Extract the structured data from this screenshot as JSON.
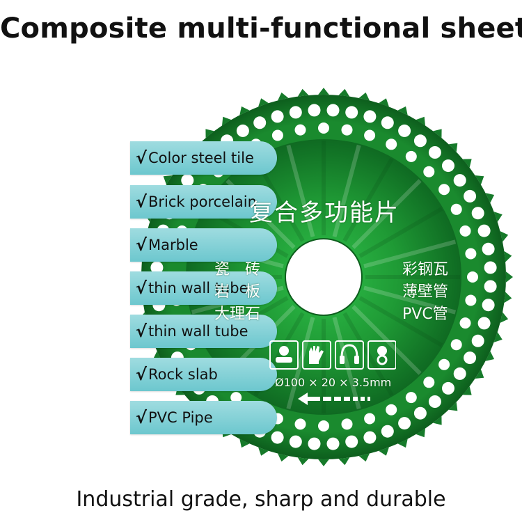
{
  "title": "Composite multi-functional sheet",
  "footer": "Industrial grade, sharp and durable",
  "features": [
    {
      "check": "√",
      "label": "Color steel tile"
    },
    {
      "check": "√",
      "label": "Brick porcelain"
    },
    {
      "check": "√",
      "label": "Marble"
    },
    {
      "check": "√",
      "label": "thin wall tube"
    },
    {
      "check": "√",
      "label": "thin wall tube"
    },
    {
      "check": "√",
      "label": "Rock slab"
    },
    {
      "check": "√",
      "label": "PVC Pipe"
    }
  ],
  "disc": {
    "heading": "复合多功能片",
    "left_lines": [
      "瓷　砖",
      "岩　板",
      "大理石"
    ],
    "right_lines": [
      "彩钢瓦",
      "薄壁管",
      "PVC管"
    ],
    "spec": "Ø100 × 20 × 3.5mm",
    "safety_icons": [
      "goggles-icon",
      "gloves-icon",
      "ear-muffs-icon",
      "respirator-icon"
    ]
  },
  "colors": {
    "disc_green": "#1f9a35",
    "disc_dark": "#0d5e1d",
    "pill": "#7fd0d6"
  }
}
